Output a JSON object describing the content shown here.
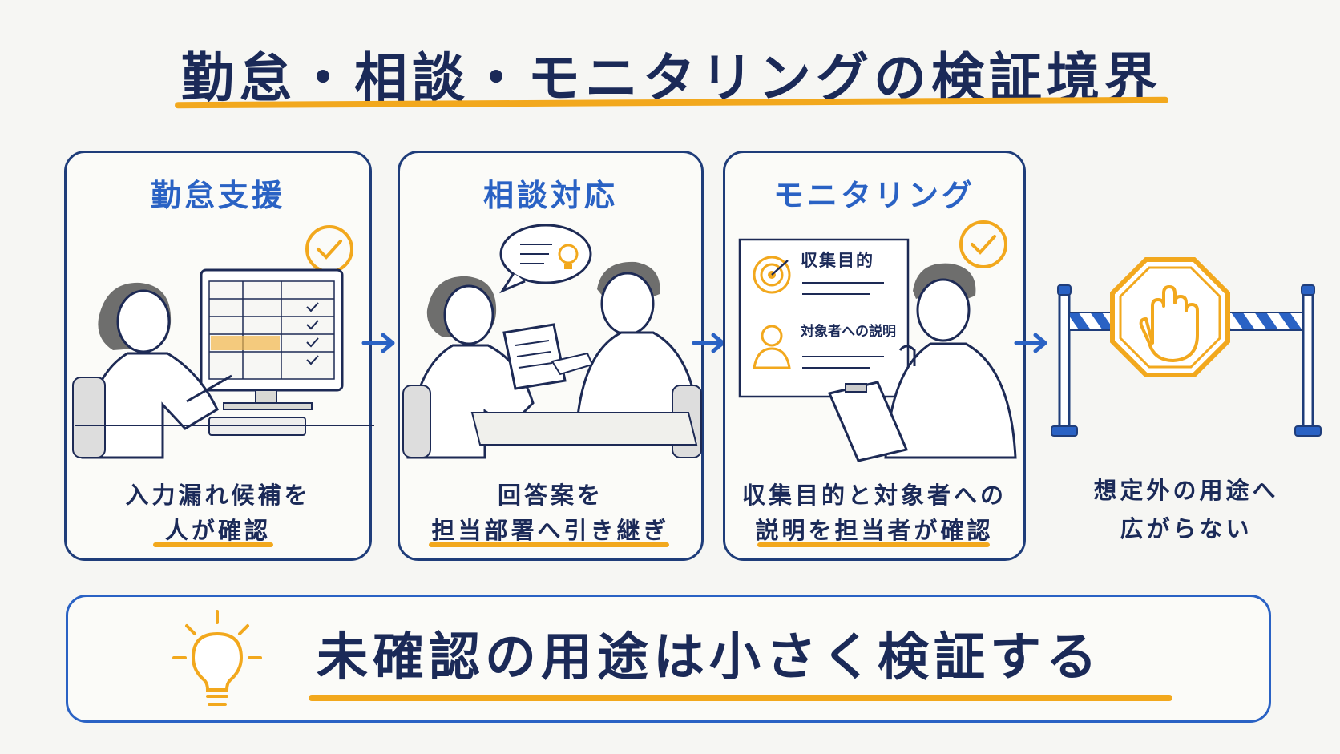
{
  "title": "勤怠・相談・モニタリングの検証境界",
  "panels": [
    {
      "heading": "勤怠支援",
      "caption_line1": "入力漏れ候補を",
      "caption_line2": "人が確認"
    },
    {
      "heading": "相談対応",
      "caption_line1": "回答案を",
      "caption_line2": "担当部署へ引き継ぎ"
    },
    {
      "heading": "モニタリング",
      "caption_line1": "収集目的と対象者への",
      "caption_line2": "説明を担当者が確認",
      "doc_item1": "収集目的",
      "doc_item2": "対象者への説明"
    }
  ],
  "boundary": {
    "caption_line1": "想定外の用途へ",
    "caption_line2": "広がらない"
  },
  "banner": {
    "text": "未確認の用途は小さく検証する"
  },
  "colors": {
    "navy": "#1b2a58",
    "blue": "#2a62c4",
    "orange": "#f2a81d"
  },
  "icons": [
    "check-circle-icon",
    "speech-bubble-icon",
    "lightbulb-icon",
    "target-icon",
    "person-icon",
    "stop-hand-icon",
    "arrow-right-icon"
  ]
}
